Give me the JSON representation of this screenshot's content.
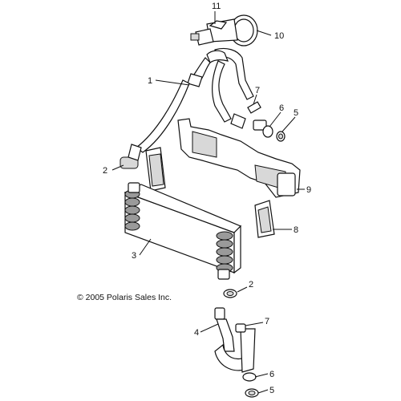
{
  "copyright": "© 2005 Polaris Sales Inc.",
  "callouts": {
    "c1": "1",
    "c2a": "2",
    "c2b": "2",
    "c3": "3",
    "c4": "4",
    "c5a": "5",
    "c5b": "5",
    "c6a": "6",
    "c6b": "6",
    "c7a": "7",
    "c7b": "7",
    "c8": "8",
    "c9": "9",
    "c10": "10",
    "c11": "11"
  }
}
